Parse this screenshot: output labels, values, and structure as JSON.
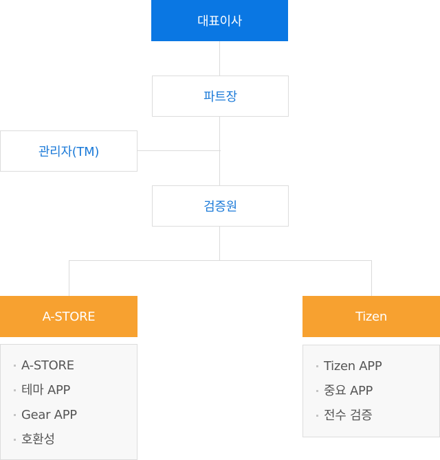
{
  "org_chart": {
    "ceo": "대표이사",
    "part_lead": "파트장",
    "admin": "관리자(TM)",
    "tester": "검증원",
    "teams": [
      {
        "name": "A-STORE",
        "items": [
          "A-STORE",
          "테마 APP",
          "Gear APP",
          "호환성"
        ]
      },
      {
        "name": "Tizen",
        "items": [
          "Tizen APP",
          "중요 APP",
          "전수 검증"
        ]
      }
    ]
  },
  "colors": {
    "ceo_fill": "#0a77e3",
    "team_fill": "#f7a130",
    "outline_text": "#1b7ad8",
    "connector": "#dadada",
    "list_bg": "#f8f8f8"
  }
}
